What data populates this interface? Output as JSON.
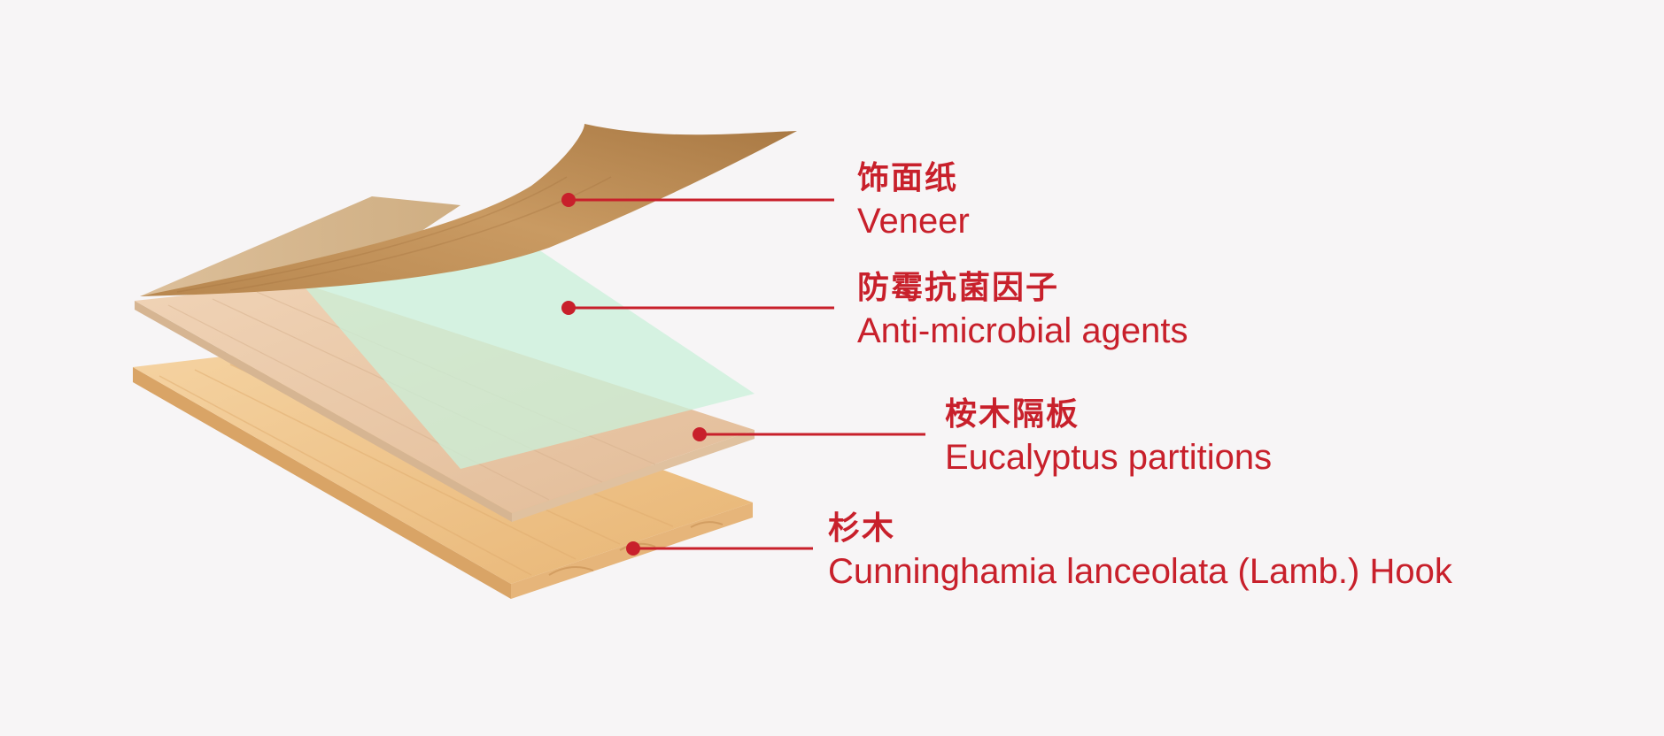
{
  "accent_color": "#c8202b",
  "layers": [
    {
      "id": "veneer",
      "name_zh": "饰面纸",
      "name_en": "Veneer",
      "color": "#c79a62"
    },
    {
      "id": "antimicrobial",
      "name_zh": "防霉抗菌因子",
      "name_en": "Anti-microbial agents",
      "color": "#cdeedd"
    },
    {
      "id": "eucalyptus",
      "name_zh": "桉木隔板",
      "name_en": "Eucalyptus partitions",
      "color": "#e9c9a8"
    },
    {
      "id": "fir",
      "name_zh": "杉木",
      "name_en": "Cunninghamia lanceolata (Lamb.) Hook",
      "color": "#eec48a"
    }
  ]
}
